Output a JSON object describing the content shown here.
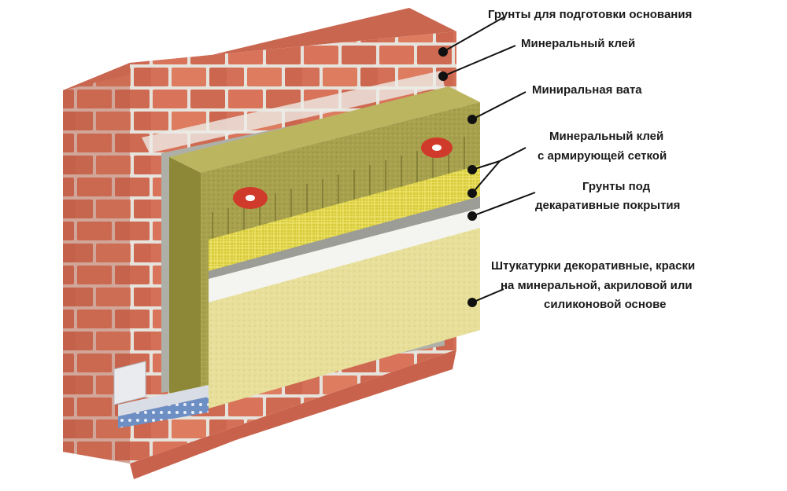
{
  "labels": {
    "primer_base": "Грунты для подготовки основания",
    "mineral_glue": "Минеральный клей",
    "mineral_wool": "Миниральная вата",
    "glue_mesh_line1": "Минеральный клей",
    "glue_mesh_line2": "с армирующей сеткой",
    "primer_decor_line1": "Грунты под",
    "primer_decor_line2": "декаративные покрытия",
    "plaster_line1": "Штукатурки декоративные, краски",
    "plaster_line2": "на минеральной, акриловой или",
    "plaster_line3": "силиконовой основе"
  },
  "colors": {
    "brick": "#d9735a",
    "mortar": "#e6e3dc",
    "glue": "#aeb0a8",
    "wool": "#a7a14e",
    "mesh": "#e5d84a",
    "primer": "#f4f4f0",
    "plaster": "#e7df9a",
    "dowel": "#d03a2a",
    "profile": "#6d8fc4"
  }
}
